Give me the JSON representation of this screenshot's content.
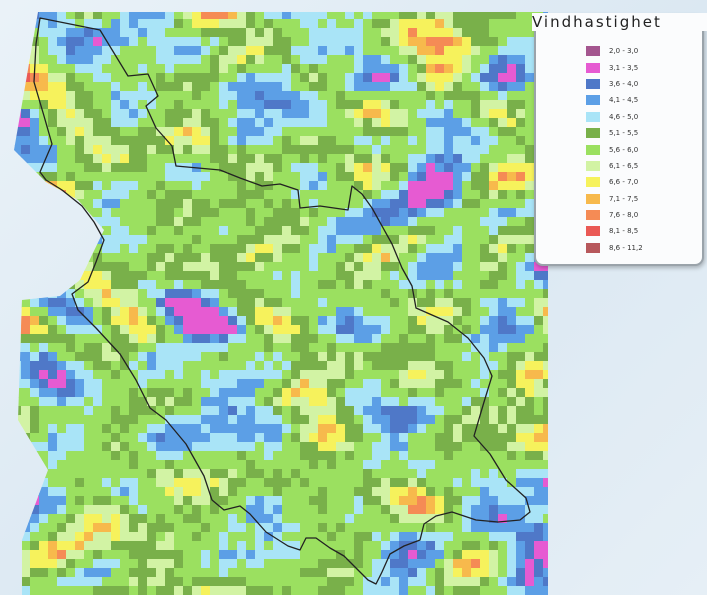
{
  "legend": {
    "title": "Vindhastighet",
    "classes": [
      {
        "label": "2,0 - 3,0",
        "color": "#a4568f"
      },
      {
        "label": "3,1 - 3,5",
        "color": "#e65bd2"
      },
      {
        "label": "3,6 - 4,0",
        "color": "#4f78c8"
      },
      {
        "label": "4,1 - 4,5",
        "color": "#5c9fe6"
      },
      {
        "label": "4,6 - 5,0",
        "color": "#a9e4f7"
      },
      {
        "label": "5,1 - 5,5",
        "color": "#79b04a"
      },
      {
        "label": "5,6 - 6,0",
        "color": "#9be060"
      },
      {
        "label": "6,1 - 6,5",
        "color": "#d2f3a4"
      },
      {
        "label": "6,6 - 7,0",
        "color": "#f6f25c"
      },
      {
        "label": "7,1 - 7,5",
        "color": "#f7b94c"
      },
      {
        "label": "7,6 - 8,0",
        "color": "#f58b55"
      },
      {
        "label": "8,1 - 8,5",
        "color": "#ea5955"
      },
      {
        "label": "8,6 - 11,2",
        "color": "#b7585c"
      }
    ]
  },
  "map": {
    "boundary_color": "#222222",
    "background_color": "#ffffff"
  }
}
